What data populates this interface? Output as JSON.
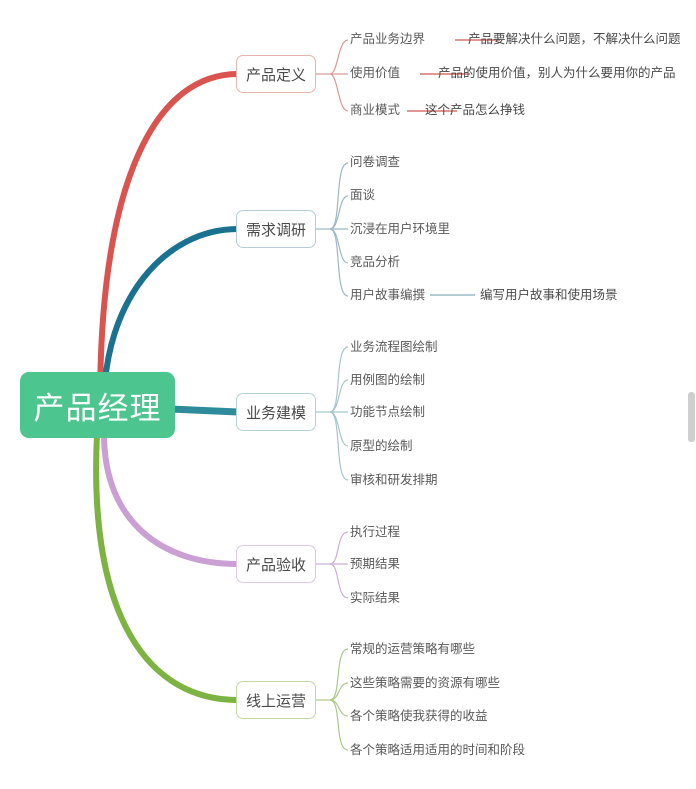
{
  "diagram": {
    "type": "mind-map",
    "root": {
      "label": "产品经理",
      "color": "#4cc58e",
      "text_color": "#ffffff"
    },
    "branches": [
      {
        "label": "产品定义",
        "color": "#d9534f",
        "border_color": "#e8b4b0",
        "children": [
          {
            "label": "产品业务边界",
            "detail": "产品要解决什么问题，不解决什么问题"
          },
          {
            "label": "使用价值",
            "detail": "产品的使用价值，别人为什么要用你的产品"
          },
          {
            "label": "商业模式",
            "detail": "这个产品怎么挣钱"
          }
        ]
      },
      {
        "label": "需求调研",
        "color": "#1a7290",
        "border_color": "#b7cdd6",
        "children": [
          {
            "label": "问卷调查",
            "detail": ""
          },
          {
            "label": "面谈",
            "detail": ""
          },
          {
            "label": "沉浸在用户环境里",
            "detail": ""
          },
          {
            "label": "竞品分析",
            "detail": ""
          },
          {
            "label": "用户故事编撰",
            "detail": "编写用户故事和使用场景"
          }
        ]
      },
      {
        "label": "业务建模",
        "color": "#2e8b9c",
        "border_color": "#b7d2d6",
        "children": [
          {
            "label": "业务流程图绘制",
            "detail": ""
          },
          {
            "label": "用例图的绘制",
            "detail": ""
          },
          {
            "label": "功能节点绘制",
            "detail": ""
          },
          {
            "label": "原型的绘制",
            "detail": ""
          },
          {
            "label": "审核和研发排期",
            "detail": ""
          }
        ]
      },
      {
        "label": "产品验收",
        "color": "#c99fd4",
        "border_color": "#dcc9e3",
        "children": [
          {
            "label": "执行过程",
            "detail": ""
          },
          {
            "label": "预期结果",
            "detail": ""
          },
          {
            "label": "实际结果",
            "detail": ""
          }
        ]
      },
      {
        "label": "线上运营",
        "color": "#7cb342",
        "border_color": "#c3d9a4",
        "children": [
          {
            "label": "常规的运营策略有哪些",
            "detail": ""
          },
          {
            "label": "这些策略需要的资源有哪些",
            "detail": ""
          },
          {
            "label": "各个策略使我获得的收益",
            "detail": ""
          },
          {
            "label": "各个策略适用适用的时间和阶段",
            "detail": ""
          }
        ]
      }
    ]
  },
  "scrollbar": {
    "thumb_color": "#cfcfcf"
  }
}
